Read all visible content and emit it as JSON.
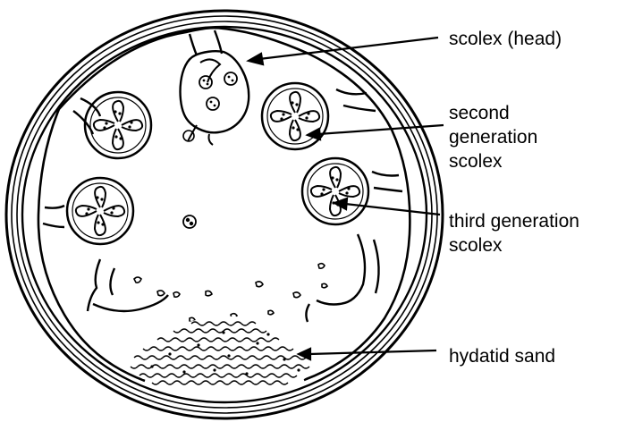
{
  "labels": {
    "scolex": "scolex (head)",
    "second_line1": "second",
    "second_line2": "generation",
    "second_line3": "scolex",
    "third_line1": "third generation",
    "third_line2": "scolex",
    "sand": "hydatid sand"
  },
  "colors": {
    "ink": "#000000",
    "background": "#ffffff"
  }
}
